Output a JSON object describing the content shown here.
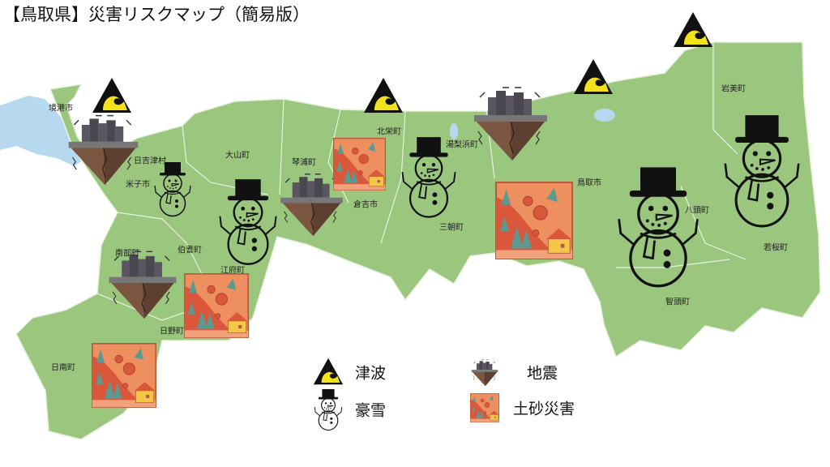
{
  "title": "【鳥取県】災害リスクマップ（簡易版）",
  "colors": {
    "land": "#9bc67e",
    "water": "#b7d9ef",
    "border": "#e9f2e0",
    "tsunami_yellow": "#f3e11a",
    "landslide_orange": "#ee8f5f",
    "landslide_red": "#d9573b"
  },
  "municipalities": [
    "境港市",
    "日吉津村",
    "米子市",
    "大山町",
    "琴浦町",
    "北栄町",
    "湯梨浜町",
    "倉吉市",
    "三朝町",
    "鳥取市",
    "岩美町",
    "八頭町",
    "若桜町",
    "智頭町",
    "南部町",
    "伯耆町",
    "江府町",
    "日野町",
    "日南町"
  ],
  "legend": {
    "tsunami": "津波",
    "snow": "豪雪",
    "earthquake": "地震",
    "landslide": "土砂災害"
  },
  "icons": {
    "tsunami": "tsunami-warning-triangle-icon",
    "earthquake": "earthquake-floating-city-icon",
    "snow": "snowman-icon",
    "landslide": "landslide-icon"
  }
}
